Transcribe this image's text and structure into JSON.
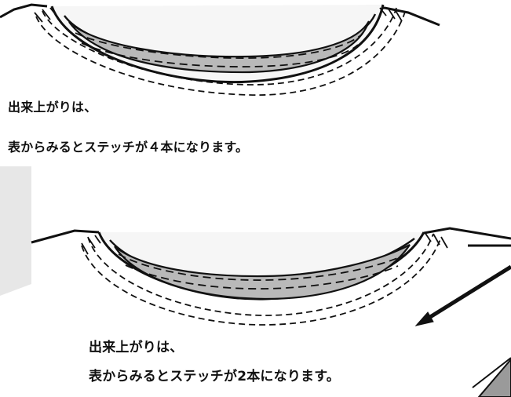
{
  "top_panel": {
    "caption_line1": "出来上がりは、",
    "caption_line2": "表からみるとステッチが４本になります。"
  },
  "bottom_panel": {
    "caption_line1": "出来上がりは、",
    "caption_line2": "表からみるとステッチが2本になります。"
  }
}
